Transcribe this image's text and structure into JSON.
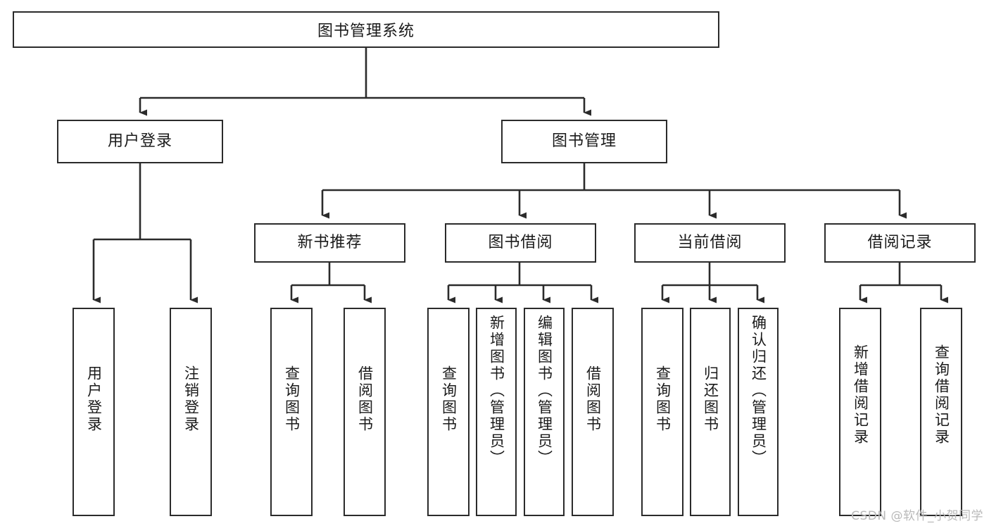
{
  "diagram": {
    "title": "图书管理系统",
    "type": "tree-hierarchy-chart",
    "background_color": "#ffffff",
    "stroke_color": "#2b2b2b",
    "text_color": "#1a1a1a"
  },
  "nodes": {
    "root": {
      "label": "图书管理系统"
    },
    "level2": [
      {
        "id": "user-login",
        "label": "用户登录"
      },
      {
        "id": "book-manage",
        "label": "图书管理"
      }
    ],
    "level3": [
      {
        "id": "new-book-recommend",
        "label": "新书推荐"
      },
      {
        "id": "book-borrow",
        "label": "图书借阅"
      },
      {
        "id": "current-borrow",
        "label": "当前借阅"
      },
      {
        "id": "borrow-record",
        "label": "借阅记录"
      }
    ],
    "leaves": {
      "user_login": [
        {
          "id": "leaf-user-login",
          "label": "用户登录"
        },
        {
          "id": "leaf-logout-login",
          "label": "注销登录"
        }
      ],
      "new_book_recommend": [
        {
          "id": "leaf-query-book-1",
          "label": "查询图书"
        },
        {
          "id": "leaf-borrow-book-1",
          "label": "借阅图书"
        }
      ],
      "book_borrow": [
        {
          "id": "leaf-query-book-2",
          "label": "查询图书"
        },
        {
          "id": "leaf-add-book",
          "label": "新增图书（管理员）"
        },
        {
          "id": "leaf-edit-book",
          "label": "编辑图书（管理员）"
        },
        {
          "id": "leaf-borrow-book-2",
          "label": "借阅图书"
        }
      ],
      "current_borrow": [
        {
          "id": "leaf-query-book-3",
          "label": "查询图书"
        },
        {
          "id": "leaf-return-book",
          "label": "归还图书"
        },
        {
          "id": "leaf-confirm-return",
          "label": "确认归还（管理员）"
        }
      ],
      "borrow_record": [
        {
          "id": "leaf-add-record",
          "label": "新增借阅记录"
        },
        {
          "id": "leaf-query-record",
          "label": "查询借阅记录"
        }
      ]
    }
  },
  "watermark": {
    "text": "CSDN @软件_小贺同学"
  }
}
